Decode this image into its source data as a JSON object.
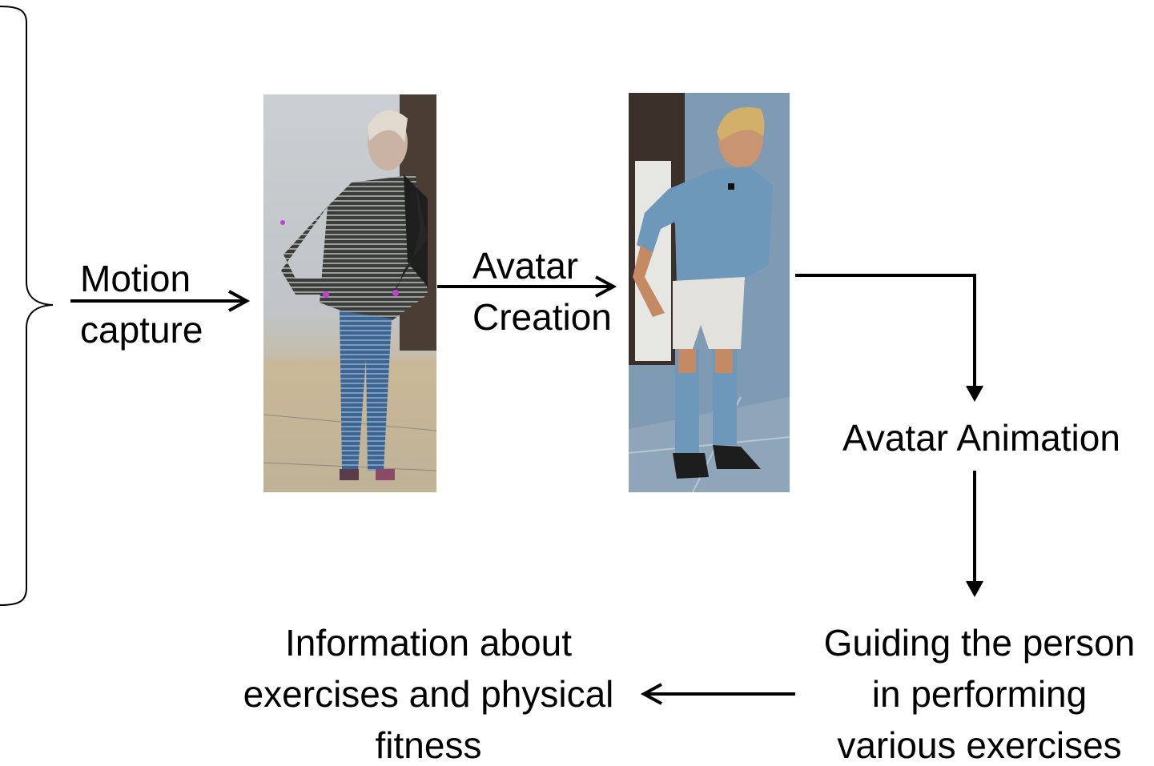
{
  "labels": {
    "motion": "Motion",
    "capture": "capture",
    "avatar": "Avatar",
    "creation": "Creation",
    "avatar_animation": "Avatar Animation",
    "guiding_l1": "Guiding the person",
    "guiding_l2": "in performing",
    "guiding_l3": "various exercises",
    "info_l1": "Information about",
    "info_l2": "exercises and physical",
    "info_l3": "fitness"
  },
  "images": {
    "point_cloud": "motion-capture-point-cloud-figure",
    "avatar": "3d-avatar-soccer-player"
  },
  "colors": {
    "text": "#000000",
    "arrow": "#000000",
    "floor": "#b9a98f",
    "avatar_bg": "#7f9bb3",
    "shirt": "#6d98b9",
    "jeans": "#3d6591"
  }
}
